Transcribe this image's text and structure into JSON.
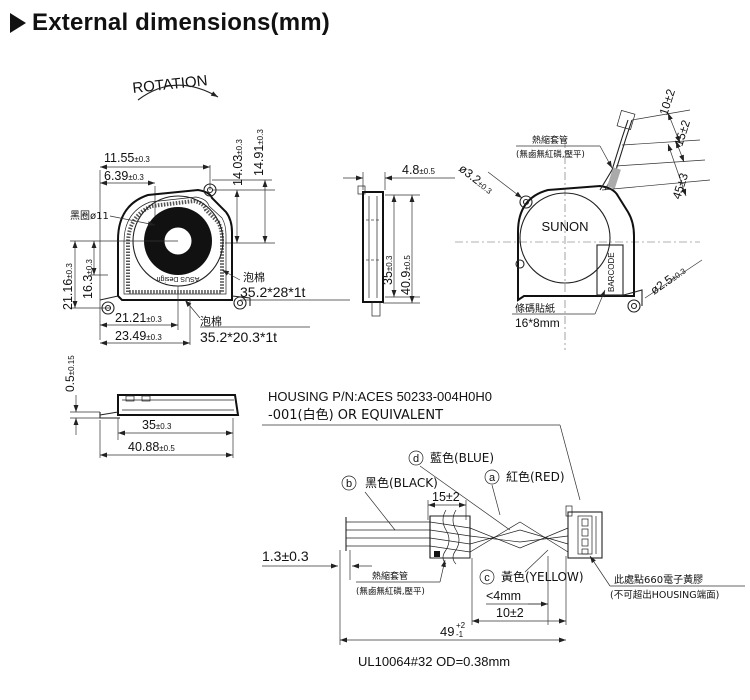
{
  "header": {
    "title": "External dimensions(mm)"
  },
  "front_view": {
    "rotation": "ROTATION",
    "d_1155": "11.55",
    "d_639": "6.39",
    "d_1403": "14.03",
    "d_1491": "14.91",
    "tol_03": "±0.3",
    "hub_label": "黑圈ø11",
    "d_2116": "21.16",
    "d_163": "16.3",
    "foam1_cn": "泡棉",
    "foam1": "35.2*28*1t",
    "d_2121": "21.21",
    "d_2349": "23.49",
    "foam2_cn": "泡棉",
    "foam2": "35.2*20.3*1t",
    "fan_logo": "ASUS Design"
  },
  "side_view": {
    "d_48": "4.8",
    "tol_05": "±0.5",
    "d_35": "35",
    "d_409": "40.9"
  },
  "rear_view": {
    "hole1": "ø3.2",
    "sleeve_cn": "熱縮套管",
    "sleeve_note": "(無鹵無紅磷,壓平)",
    "brand": "SUNON",
    "barcode": "BARCODE",
    "hole2": "ø2.5",
    "label_cn": "條碼貼紙",
    "label_size": "16*8mm",
    "w_10": "10±2",
    "w_15": "15±2",
    "w_45": "45±3"
  },
  "bottom_view": {
    "d_05": "0.5",
    "tol_015": "±0.15",
    "d_35": "35",
    "d_4088": "40.88"
  },
  "wiring": {
    "housing_line1": "HOUSING P/N:ACES 50233-004H0H0",
    "housing_line2": "-001(白色) OR EQUIVALENT",
    "d_circle": "d",
    "blue": "藍色(BLUE)",
    "a_circle": "a",
    "red": "紅色(RED)",
    "b_circle": "b",
    "black": "黑色(BLACK)",
    "d_15": "15±2",
    "d_13": "1.3±0.3",
    "c_circle": "c",
    "yellow": "黃色(YELLOW)",
    "sleeve_cn": "熱縮套管",
    "sleeve_note": "(無鹵無紅磷,壓平)",
    "d_lt4": "<4mm",
    "d_10": "10±2",
    "glue_cn": "此處點660電子黃膠",
    "glue_note": "(不可超出HOUSING端面)",
    "d_49": "49",
    "d_49_tol_up": "+2",
    "d_49_tol_dn": "-1",
    "cable": "UL10064#32 OD=0.38mm"
  }
}
